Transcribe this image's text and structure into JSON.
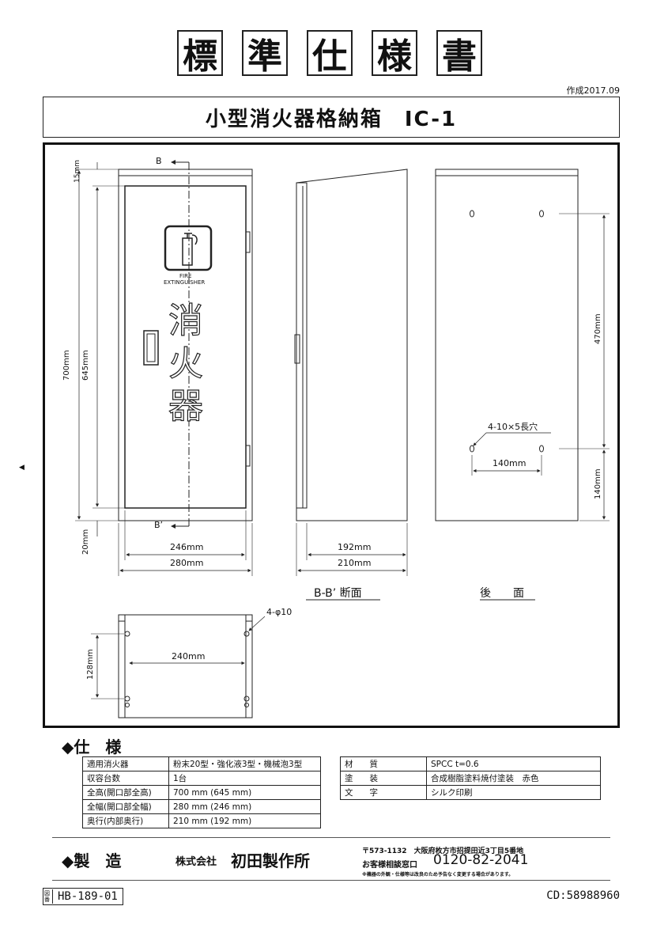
{
  "title_chars": [
    "標",
    "準",
    "仕",
    "様",
    "書"
  ],
  "date": "作成2017.09",
  "subtitle": "小型消火器格納箱　IC-1",
  "front": {
    "b_top": "B",
    "b_bottom": "B’",
    "dim_15": "15mm",
    "dim_700": "700mm",
    "dim_645": "645mm",
    "dim_20": "20mm",
    "dim_246": "246mm",
    "dim_280": "280mm",
    "door_label_fire": "FIRE",
    "door_label_ext": "EXTINGUISHER",
    "door_chars": [
      "消",
      "火",
      "器"
    ]
  },
  "side": {
    "dim_192": "192mm",
    "dim_210": "210mm",
    "label": "B-B’ 断面"
  },
  "back": {
    "dim_470": "470mm",
    "dim_140h": "140mm",
    "dim_140v": "140mm",
    "slot": "4-10×5長穴",
    "label": "後　　面"
  },
  "bottom": {
    "hole": "4-φ10",
    "dim_240": "240mm",
    "dim_128": "128mm"
  },
  "spec": {
    "heading": "◆仕　様",
    "left": [
      [
        "適用消火器",
        "粉末20型・強化液3型・機械泡3型"
      ],
      [
        "収容台数",
        "1台"
      ],
      [
        "全高(開口部全高)",
        "700 mm (645 mm)"
      ],
      [
        "全幅(開口部全幅)",
        "280 mm (246 mm)"
      ],
      [
        "奥行(内部奥行)",
        "210 mm (192 mm)"
      ]
    ],
    "right": [
      [
        "材　　質",
        "SPCC t=0.6"
      ],
      [
        "塗　　装",
        "合成樹脂塗料焼付塗装　赤色"
      ],
      [
        "文　　字",
        "シルク印刷"
      ]
    ]
  },
  "maker": {
    "heading": "◆製　造",
    "company_prefix": "株式会社",
    "company": "初田製作所",
    "address": "〒573-1132　大阪府枚方市招提田近3丁目5番地",
    "contact_label": "お客様相談窓口",
    "phone": "0120-82-2041",
    "note": "※機器の外観・仕様等は改良のため予告なく変更する場合があります。"
  },
  "footer": {
    "doc_prefix": "図番",
    "doc_no": "HB-189-01",
    "cd": "CD:58988960"
  }
}
